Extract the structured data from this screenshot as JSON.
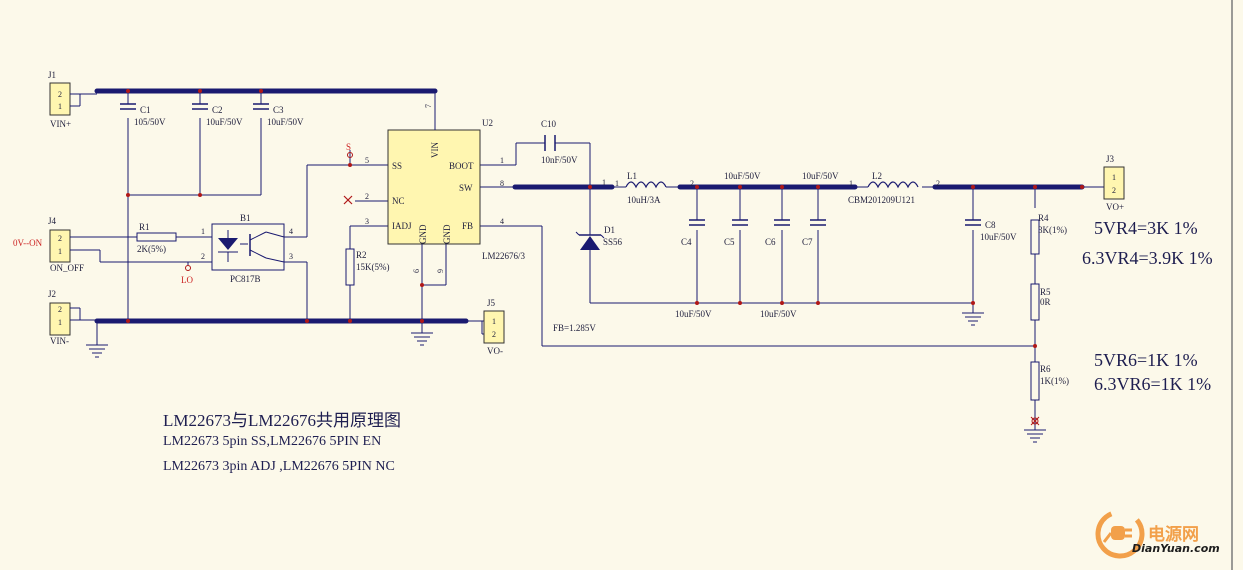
{
  "components": {
    "j1": {
      "ref": "J1",
      "net": "VIN+",
      "pin_top": "2",
      "pin_bottom": "1"
    },
    "j4": {
      "ref": "J4",
      "net": "ON_OFF",
      "signal": "0V--ON",
      "pin_top": "2",
      "pin_bottom": "1"
    },
    "j2": {
      "ref": "J2",
      "net": "VIN-",
      "pin_top": "2",
      "pin_bottom": "1"
    },
    "j5": {
      "ref": "J5",
      "net": "VO-",
      "pin_top": "1",
      "pin_bottom": "2"
    },
    "j3": {
      "ref": "J3",
      "net": "VO+",
      "pin_top": "1",
      "pin_bottom": "2"
    },
    "c1": {
      "ref": "C1",
      "value": "105/50V"
    },
    "c2": {
      "ref": "C2",
      "value": "10uF/50V"
    },
    "c3": {
      "ref": "C3",
      "value": "10uF/50V"
    },
    "r1": {
      "ref": "R1",
      "value": "2K(5%)"
    },
    "b1": {
      "ref": "B1",
      "part": "PC817B",
      "pin1": "1",
      "pin2": "2",
      "pin3": "3",
      "pin4": "4"
    },
    "u2": {
      "ref": "U2",
      "part": "LM22676/3",
      "pin_ss": "SS",
      "pin_nc": "NC",
      "pin_adj": "IADJ",
      "pin_boot": "BOOT",
      "pin_sw": "SW",
      "pin_fb": "FB",
      "pin_vin": "VIN",
      "pin_gnd1": "GND",
      "pin_gnd2": "GND",
      "num1": "1",
      "num2": "2",
      "num3": "3",
      "num4": "4",
      "num5": "5",
      "num6": "6",
      "num7": "7",
      "num8": "8",
      "num9": "9"
    },
    "r2": {
      "ref": "R2",
      "value": "15K(5%)"
    },
    "c10": {
      "ref": "C10",
      "value": "10nF/50V"
    },
    "d1": {
      "ref": "D1",
      "part": "SS56",
      "node_pin": "1"
    },
    "l1": {
      "ref": "L1",
      "value": "10uH/3A",
      "pin1": "1",
      "pin2": "2"
    },
    "c4": {
      "ref": "C4",
      "value": "10uF/50V"
    },
    "c5": {
      "ref": "C5",
      "value": "10uF/50V"
    },
    "c6": {
      "ref": "C6",
      "value": "10uF/50V"
    },
    "c7": {
      "ref": "C7",
      "value": "10uF/50V"
    },
    "l2": {
      "ref": "L2",
      "value": "CBM201209U121",
      "pin1": "1",
      "pin2": "2"
    },
    "c8": {
      "ref": "C8",
      "value": "10uF/50V"
    },
    "r4": {
      "ref": "R4",
      "value": "3K(1%)"
    },
    "r5": {
      "ref": "R5",
      "value": "0R"
    },
    "r6": {
      "ref": "R6",
      "value": "1K(1%)"
    }
  },
  "labels": {
    "lo": "LO",
    "s": "S",
    "fb_voltage": "FB=1.285V"
  },
  "notes": {
    "title": "LM22673与LM22676共用原理图",
    "line1": "LM22673   5pin SS,LM22676  5PIN  EN",
    "line2": "LM22673   3pin ADJ ,LM22676  5PIN  NC",
    "vr4_5v": "5VR4=3K  1%",
    "vr4_63v": "6.3VR4=3.9K  1%",
    "vr6_5v": "5VR6=1K   1%",
    "vr6_63v": "6.3VR6=1K  1%"
  },
  "watermark": {
    "name": "电源网",
    "url": "DianYuan.com"
  },
  "colors": {
    "background": "#fcf9ea",
    "wire": "#1a1a70",
    "junction": "#b01818",
    "component_fill": "#fff6b0",
    "watermark": "#f2a04a"
  }
}
